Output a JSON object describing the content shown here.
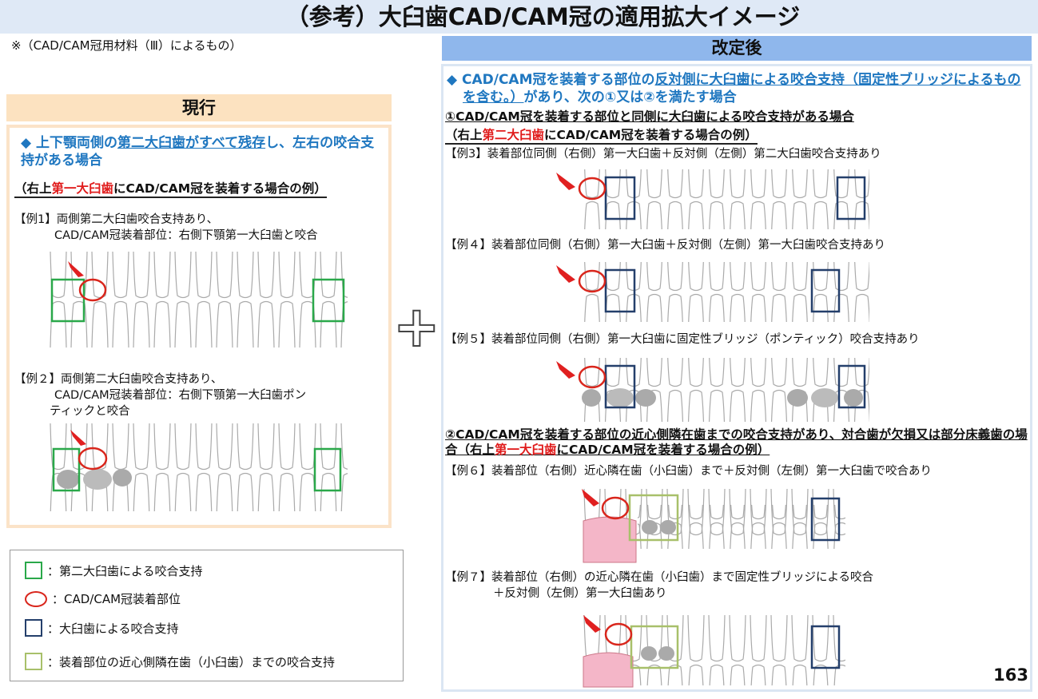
{
  "title": "（参考）大臼歯CAD/CAM冠の適用拡大イメージ",
  "note": "※（CAD/CAM冠用材料（Ⅲ）によるもの）",
  "current": {
    "header": "現行",
    "cond_a": "◆ 上下顎両側の",
    "cond_b": "第二大臼歯がすべて残存",
    "cond_c": "し、左右の咬合支持がある場合",
    "example_a": "（右上",
    "example_b": "第一大臼歯",
    "example_c": "にCAD/CAM冠を装着する場合の例）",
    "ex1_line1": "【例1】両側第二大臼歯咬合支持あり、",
    "ex1_line2": "CAD/CAM冠装着部位：右側下顎第一大臼歯と咬合",
    "ex2_line1": "【例２】両側第二大臼歯咬合支持あり、",
    "ex2_line2": "CAD/CAM冠装着部位：右側下顎第一大臼歯ポン",
    "ex2_line3": "ティックと咬合"
  },
  "legend": [
    {
      "label": "：第二大臼歯による咬合支持",
      "color": "#2aa84a"
    },
    {
      "label": "：CAD/CAM冠装着部位",
      "color": "#d9261c"
    },
    {
      "label": "：大臼歯による咬合支持",
      "color": "#243f6b"
    },
    {
      "label": "：装着部位の近心側隣在歯（小臼歯）までの咬合支持",
      "color": "#a8c06a"
    }
  ],
  "revised": {
    "header": "改定後",
    "cond_a": "◆ CAD/CAM冠を装着する部位の",
    "cond_b": "反対側に大臼歯による咬合支持（固定性ブリッジによるものを含む。）",
    "cond_c": "があり、次の①又は②を満たす場合",
    "case1": "①CAD/CAM冠を装着する部位と同側に大臼歯による咬合支持がある場合",
    "case1_ex_a": "（右上",
    "case1_ex_b": "第二大臼歯",
    "case1_ex_c": "にCAD/CAM冠を装着する場合の例）",
    "ex3": "【例3】装着部位同側（右側）第一大臼歯＋反対側（左側）第二大臼歯咬合支持あり",
    "ex4": "【例４】装着部位同側（右側）第一大臼歯＋反対側（左側）第一大臼歯咬合支持あり",
    "ex5": "【例５】装着部位同側（右側）第一大臼歯に固定性ブリッジ（ポンティック）咬合支持あり",
    "case2_a": "②CAD/CAM冠を装着する部位の近心側隣在歯までの咬合支持があり、対合歯が欠損又は部分床義歯の場合（右上",
    "case2_b": "第一大臼歯",
    "case2_c": "にCAD/CAM冠を装着する場合の例）",
    "ex6": "【例６】装着部位（右側）近心隣在歯（小臼歯）まで＋反対側（左側）第一大臼歯で咬合あり",
    "ex7_line1": "【例７】装着部位（右側）の近心隣在歯（小臼歯）まで固定性ブリッジによる咬合",
    "ex7_line2": "＋反対側（左側）第一大臼歯あり"
  },
  "page_number": "163"
}
